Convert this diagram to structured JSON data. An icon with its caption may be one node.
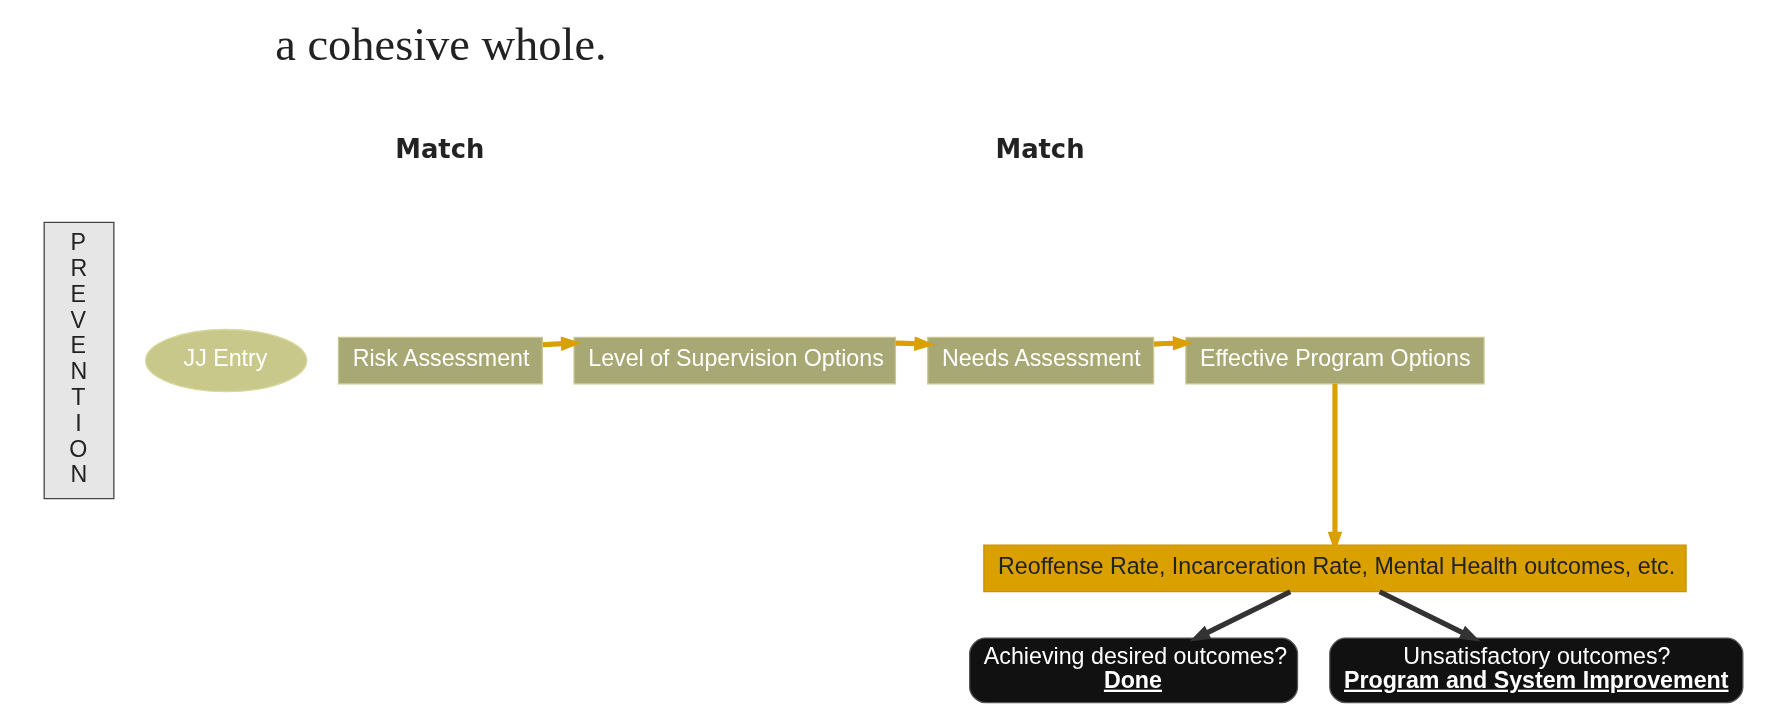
{
  "diagram": {
    "nodes": [
      {
        "text": [
          "PREVENTION"
        ]
      },
      {
        "text": [
          "JJ Entry"
        ]
      },
      {
        "text": [
          "Risk Assessment"
        ]
      },
      {
        "text": [
          "Level of Supervision Options"
        ]
      },
      {
        "text": [
          "Needs Assessment"
        ]
      },
      {
        "text": [
          "Effective Program Options"
        ]
      },
      {
        "text": [
          "Reoffense Rate, Incarceration Rate, Mental Health outcomes, etc."
        ]
      },
      {
        "text": [
          "Achieving desired outcomes?",
          "Done"
        ]
      },
      {
        "text": [
          "Unsatisfactory outcomes?",
          "Program and System Improvement"
        ]
      }
    ],
    "edges": [
      {
        "from": 2,
        "to": 3,
        "arrow": "to"
      },
      {
        "from": 3,
        "to": 4,
        "arrow": "to"
      },
      {
        "from": 4,
        "to": 5,
        "arrow": "to"
      },
      {
        "from": 5,
        "to": 6,
        "arrow": "to"
      },
      {
        "from": 6,
        "to": 7,
        "arrow": "to",
        "color": "#333333"
      },
      {
        "from": 6,
        "to": 8,
        "arrow": "to",
        "color": "#333333"
      }
    ],
    "labels": [
      "a cohesive whole.",
      "Match",
      "Match"
    ]
  }
}
